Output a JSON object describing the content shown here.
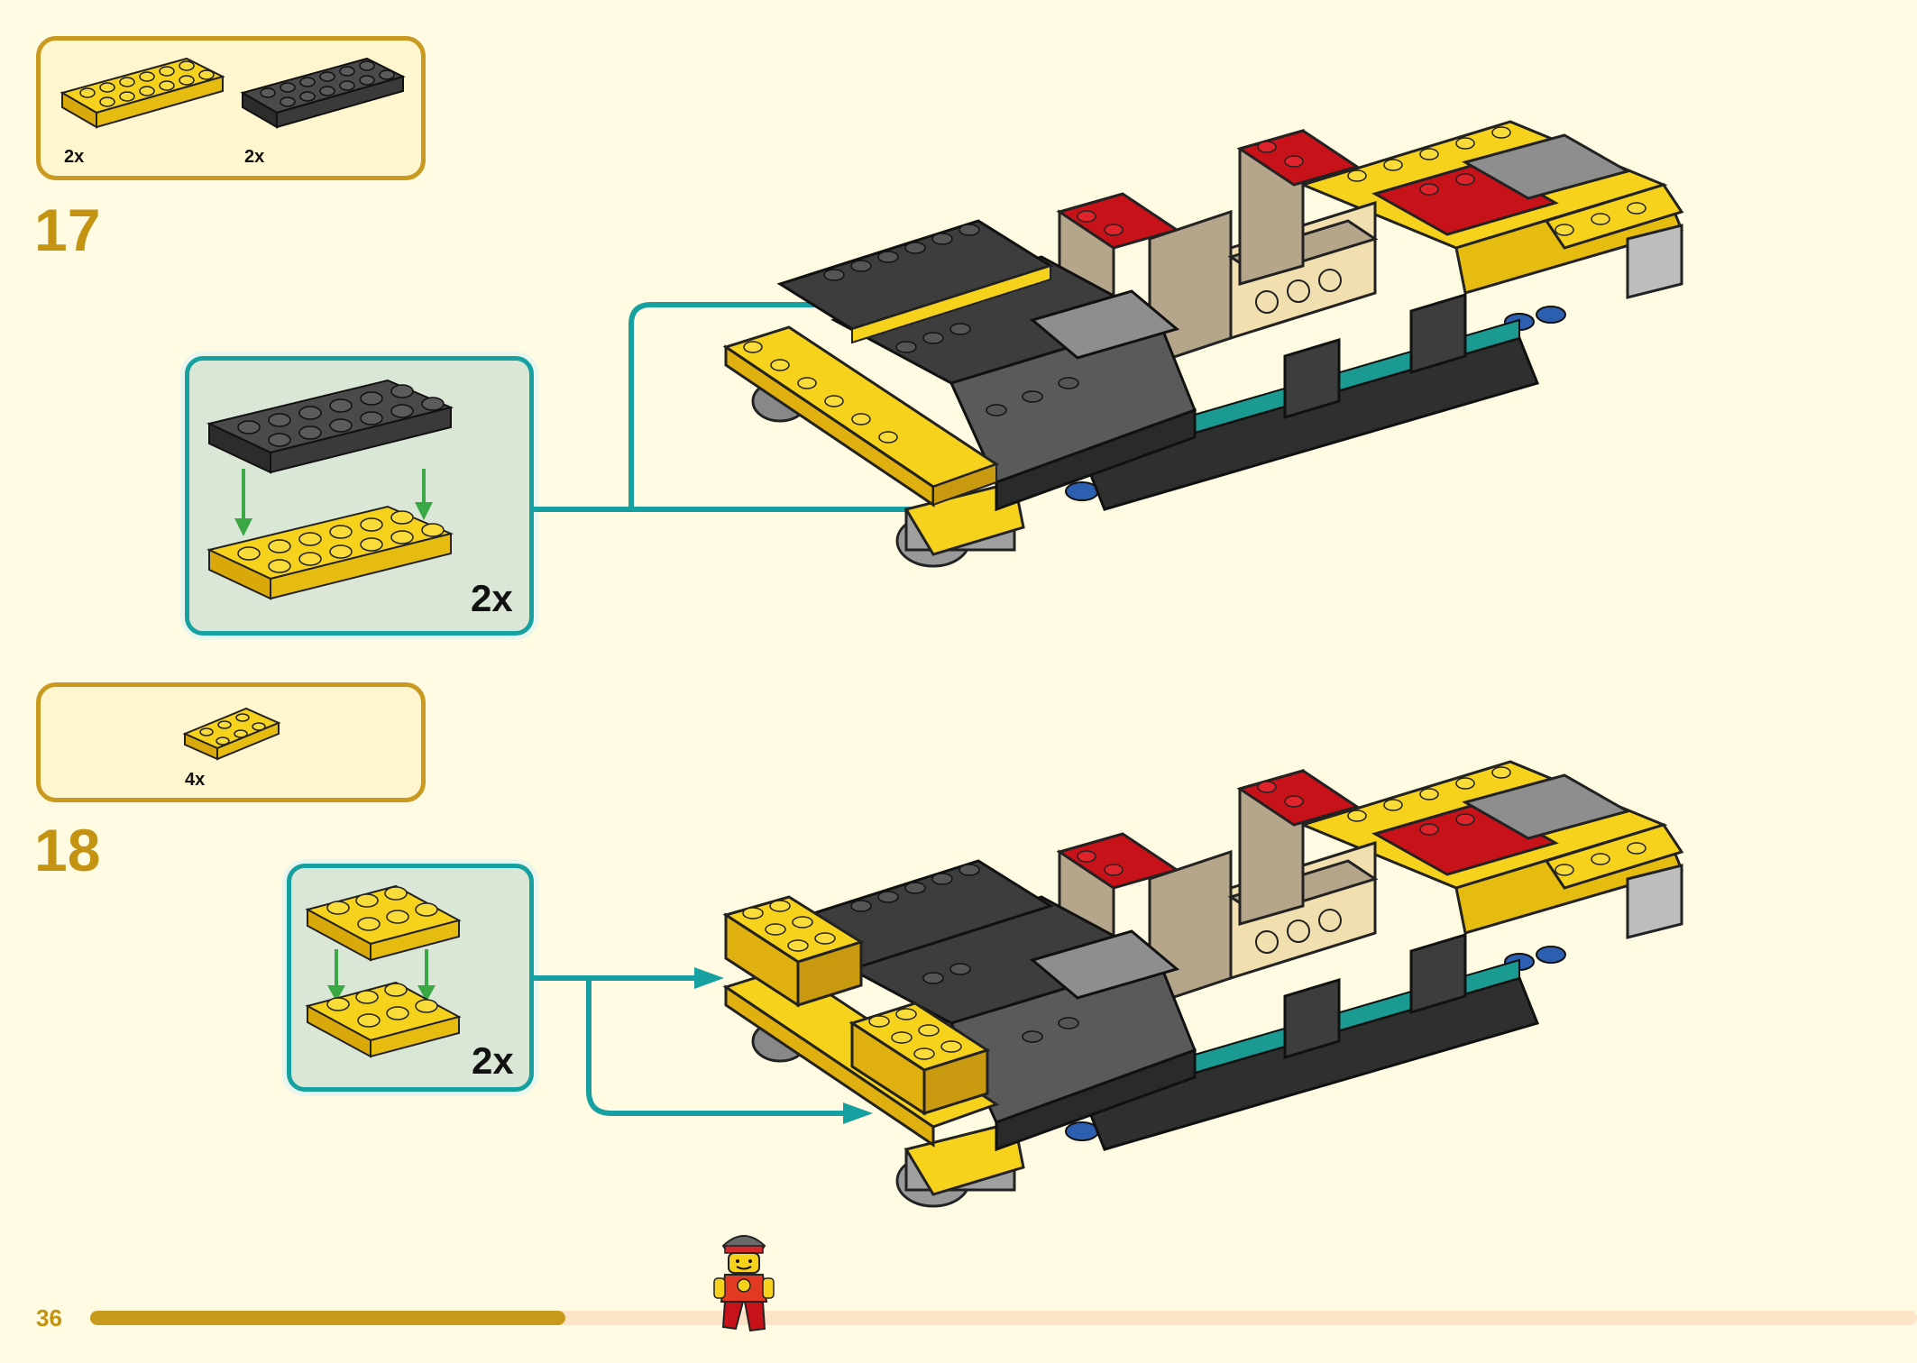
{
  "page": {
    "number": "36",
    "progress": 0.26
  },
  "steps": [
    {
      "number": "17",
      "parts": [
        {
          "qty": "2x",
          "color": "#f6d21d",
          "size": "2x6"
        },
        {
          "qty": "2x",
          "color": "#4a4a4a",
          "size": "2x6"
        }
      ],
      "callout_qty": "2x"
    },
    {
      "number": "18",
      "parts": [
        {
          "qty": "4x",
          "color": "#f6d21d",
          "size": "2x3"
        }
      ],
      "callout_qty": "2x"
    }
  ],
  "colors": {
    "accent_gold": "#c49312",
    "callout_border": "#17a0a0",
    "arrow_green": "#3aa845",
    "brick_yellow": "#f6d21d",
    "brick_black": "#3d3d3d",
    "brick_gray": "#8e8e8e",
    "brick_red": "#c8121a",
    "brick_tan": "#b4a58b",
    "brick_teal": "#1b9a92"
  },
  "icons": [
    "plate-2x6-yellow-icon",
    "plate-2x6-black-icon",
    "plate-2x3-yellow-icon",
    "minifigure-mascot-icon"
  ]
}
